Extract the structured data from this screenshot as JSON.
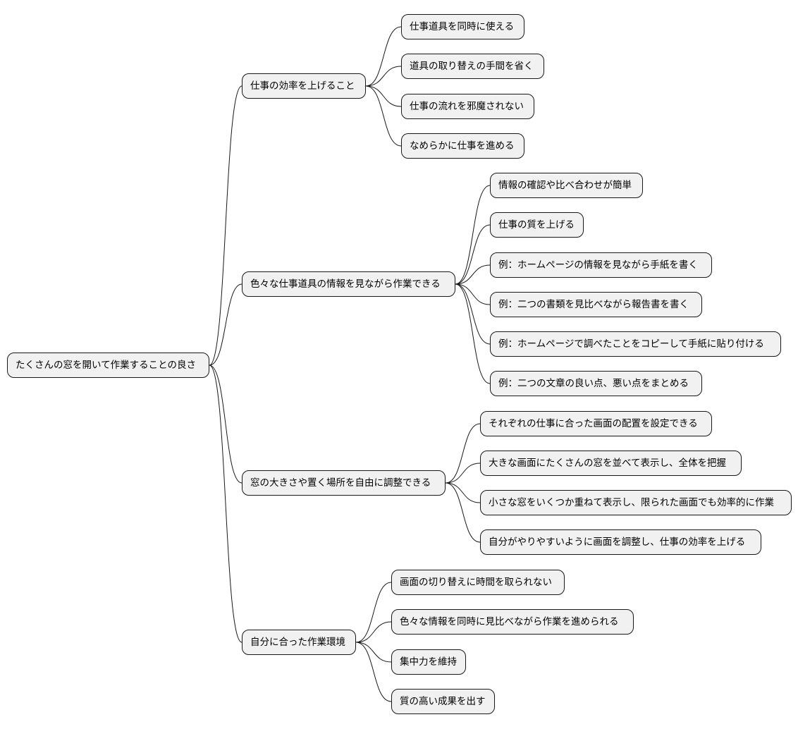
{
  "root": "たくさんの窓を開いて作業することの良さ",
  "branches": [
    {
      "label": "仕事の効率を上げること",
      "children": [
        "仕事道具を同時に使える",
        "道具の取り替えの手間を省く",
        "仕事の流れを邪魔されない",
        "なめらかに仕事を進める"
      ]
    },
    {
      "label": "色々な仕事道具の情報を見ながら作業できる",
      "children": [
        "情報の確認や比べ合わせが簡単",
        "仕事の質を上げる",
        "例：ホームページの情報を見ながら手紙を書く",
        "例：二つの書類を見比べながら報告書を書く",
        "例：ホームページで調べたことをコピーして手紙に貼り付ける",
        "例：二つの文章の良い点、悪い点をまとめる"
      ]
    },
    {
      "label": "窓の大きさや置く場所を自由に調整できる",
      "children": [
        "それぞれの仕事に合った画面の配置を設定できる",
        "大きな画面にたくさんの窓を並べて表示し、全体を把握",
        "小さな窓をいくつか重ねて表示し、限られた画面でも効率的に作業",
        "自分がやりやすいように画面を調整し、仕事の効率を上げる"
      ]
    },
    {
      "label": "自分に合った作業環境",
      "children": [
        "画面の切り替えに時間を取られない",
        "色々な情報を同時に見比べながら作業を進められる",
        "集中力を維持",
        "質の高い成果を出す"
      ]
    }
  ]
}
